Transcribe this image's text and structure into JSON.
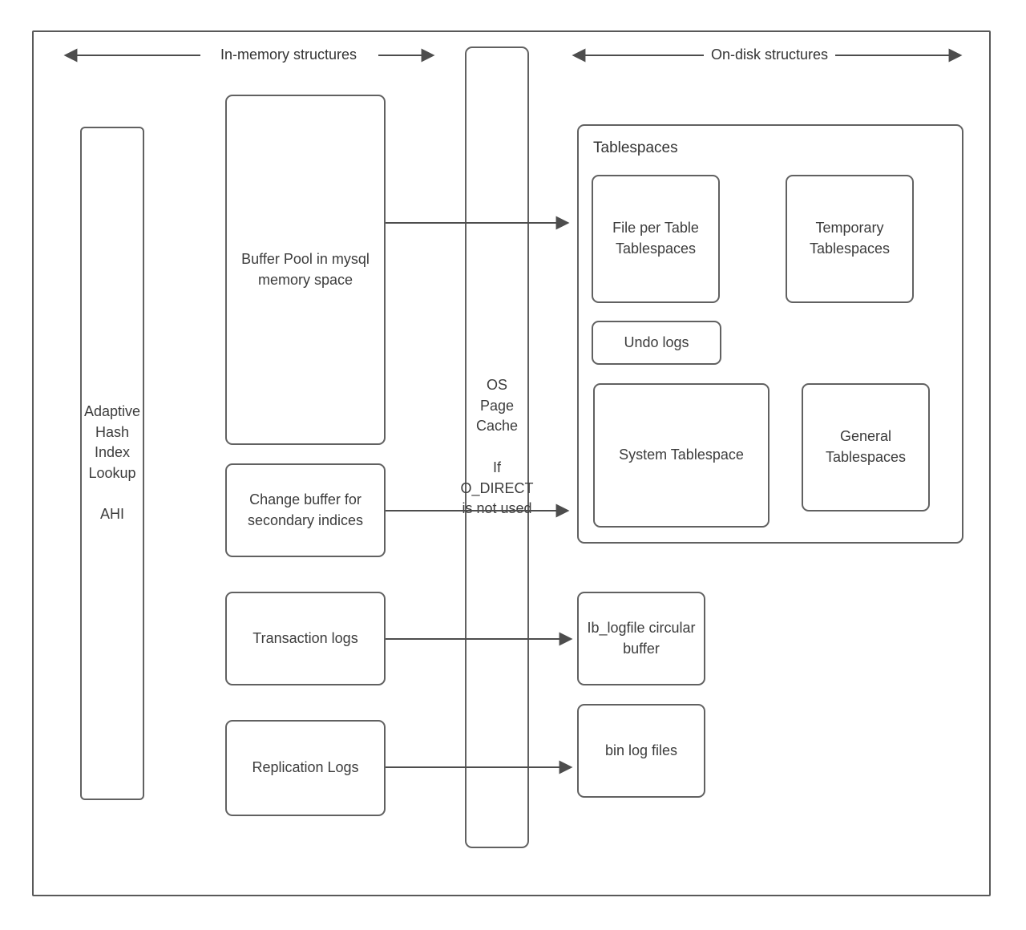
{
  "headers": {
    "in_memory": "In-memory structures",
    "on_disk": "On-disk structures"
  },
  "nodes": {
    "ahi_title": "Adaptive Hash Index Lookup",
    "ahi_abbr": "AHI",
    "buffer_pool": "Buffer Pool in mysql memory space",
    "change_buffer": "Change buffer for secondary indices",
    "transaction_logs": "Transaction logs",
    "replication_logs": "Replication Logs",
    "os_cache_title": "OS Page Cache",
    "os_cache_note": "If O_DIRECT is not used",
    "tablespaces_title": "Tablespaces",
    "file_per_table": "File per Table Tablespaces",
    "temporary": "Temporary Tablespaces",
    "undo_logs": "Undo logs",
    "system_tablespace": "System Tablespace",
    "general_tablespaces": "General Tablespaces",
    "ib_logfile": "Ib_logfile circular buffer",
    "bin_log": "bin log files"
  },
  "colors": {
    "border": "#616161",
    "text": "#3c3c3c",
    "arrow": "#4d4d4d"
  }
}
